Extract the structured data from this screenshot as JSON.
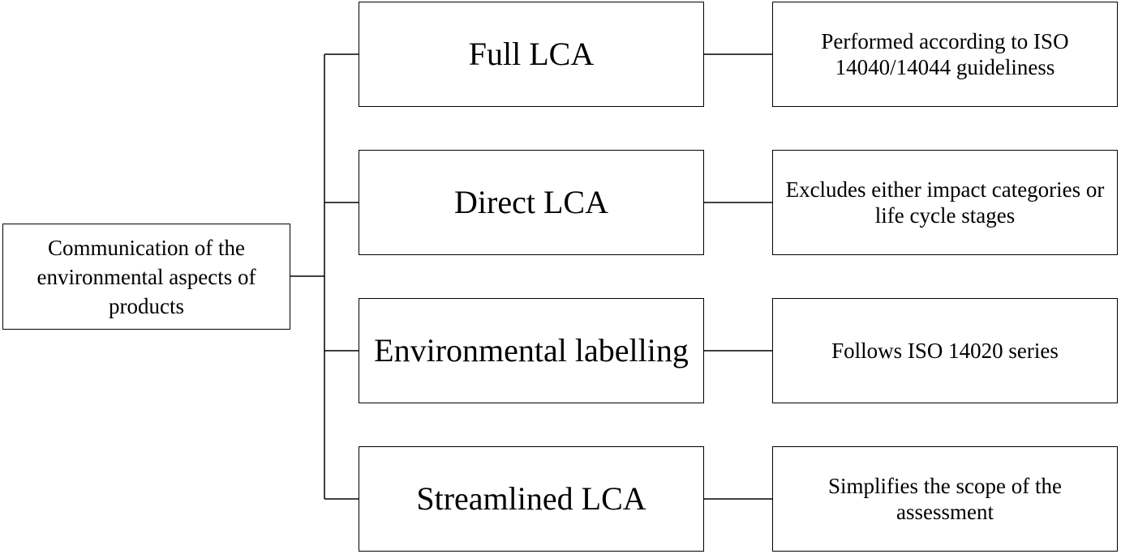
{
  "root": {
    "label": "Communication of the environmental aspects of products"
  },
  "branches": [
    {
      "method": "Full LCA",
      "description": "Performed according to ISO 14040/14044 guideliness"
    },
    {
      "method": "Direct LCA",
      "description": "Excludes either impact categories or life cycle stages"
    },
    {
      "method": "Environmental labelling",
      "description": "Follows ISO 14020 series"
    },
    {
      "method": "Streamlined LCA",
      "description": "Simplifies the scope of the assessment"
    }
  ]
}
